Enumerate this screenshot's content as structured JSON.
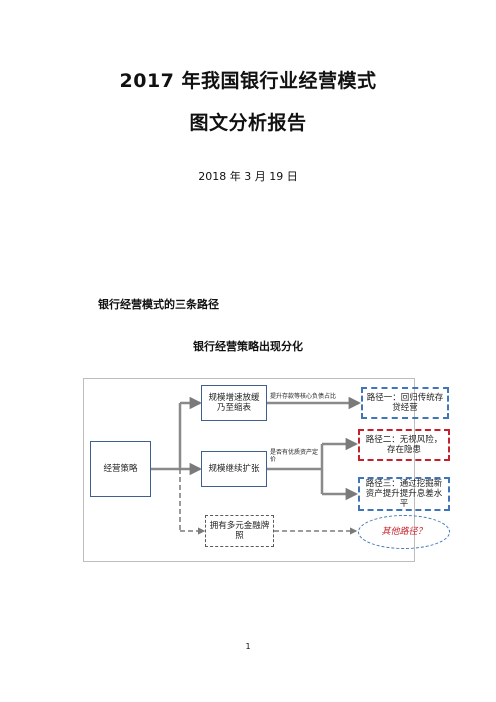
{
  "title_line1": "2017 年我国银行业经营模式",
  "title_line2": "图文分析报告",
  "date": "2018 年 3 月 19 日",
  "section_heading": "银行经营模式的三条路径",
  "figure_title": "银行经营策略出现分化",
  "diagram": {
    "strategy": "经营策略",
    "branch1": "规模增速放缓乃至缩表",
    "branch2": "规模继续扩张",
    "branch3": "拥有多元金融牌照",
    "label1": "提升存款等核心负债占比",
    "label2": "是否有优质资产定价",
    "path1": "路径一：回归传统存贷经营",
    "path2": "路径二：无视风险，存在隐患",
    "path3": "路径三：通过挖掘新资产提升提升息差水平",
    "other": "其他路径？"
  },
  "page_number": "1"
}
